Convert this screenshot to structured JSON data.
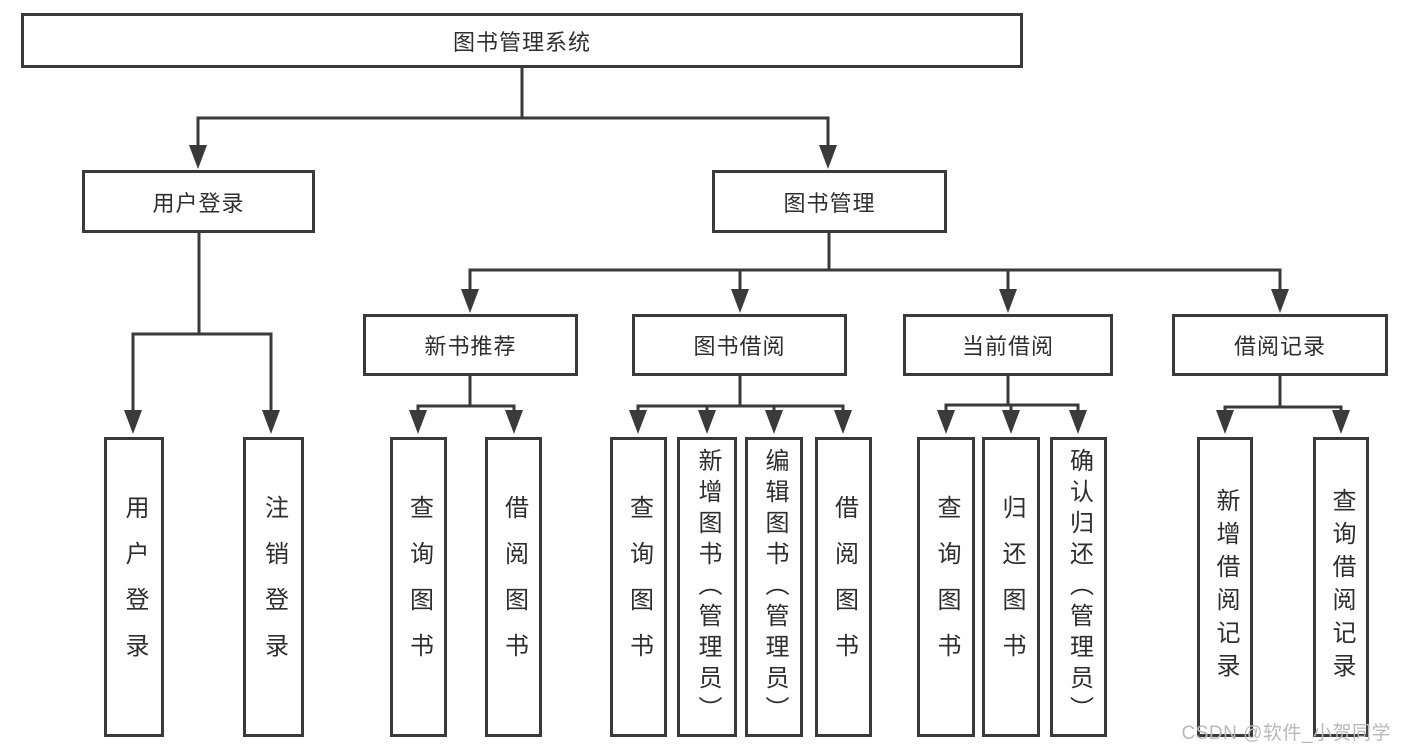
{
  "tree": {
    "label": "图书管理系统",
    "children": [
      {
        "label": "用户登录",
        "children": [
          {
            "label": "用户登录"
          },
          {
            "label": "注销登录"
          }
        ]
      },
      {
        "label": "图书管理",
        "children": [
          {
            "label": "新书推荐",
            "children": [
              {
                "label": "查询图书"
              },
              {
                "label": "借阅图书"
              }
            ]
          },
          {
            "label": "图书借阅",
            "children": [
              {
                "label": "查询图书"
              },
              {
                "label": "新增图书（管理员）"
              },
              {
                "label": "编辑图书（管理员）"
              },
              {
                "label": "借阅图书"
              }
            ]
          },
          {
            "label": "当前借阅",
            "children": [
              {
                "label": "查询图书"
              },
              {
                "label": "归还图书"
              },
              {
                "label": "确认归还（管理员）"
              }
            ]
          },
          {
            "label": "借阅记录",
            "children": [
              {
                "label": "新增借阅记录"
              },
              {
                "label": "查询借阅记录"
              }
            ]
          }
        ]
      }
    ]
  },
  "watermark": {
    "text": "CSDN @软件_小贺同学"
  },
  "colors": {
    "line": "#3a3a3a",
    "box_border": "#3a3a3a",
    "text": "#2e2e2e",
    "watermark": "#b9b9b9",
    "background": "#ffffff"
  }
}
